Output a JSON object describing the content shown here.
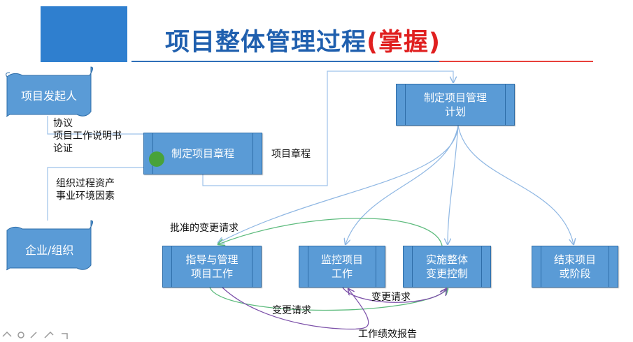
{
  "slide": {
    "title_main": "项目整体管理过程",
    "title_highlight": "(掌握)"
  },
  "inputs": {
    "sponsor": "项目发起人",
    "org": "企业/组织",
    "sponsor_outputs": "协议\n项目工作说明书\n论证",
    "org_outputs": "组织过程资产\n事业环境因素"
  },
  "processes": {
    "charter": "制定项目章程",
    "plan": "制定项目管理\n计划",
    "direct": "指导与管理\n项目工作",
    "monitor": "监控项目\n工作",
    "change": "实施整体\n变更控制",
    "close": "结束项目\n或阶段"
  },
  "labels": {
    "charter_output": "项目章程",
    "approved_changes": "批准的变更请求",
    "change_request_1": "变更请求",
    "change_request_2": "变更请求",
    "work_report": "工作绩效报告"
  },
  "colors": {
    "box_fill": "#5a9bd6",
    "title": "#1f5fae",
    "highlight": "#e02020",
    "green_line": "#5dbb7d",
    "purple_line": "#7b4fa8",
    "blue_line": "#8fb7e3"
  }
}
